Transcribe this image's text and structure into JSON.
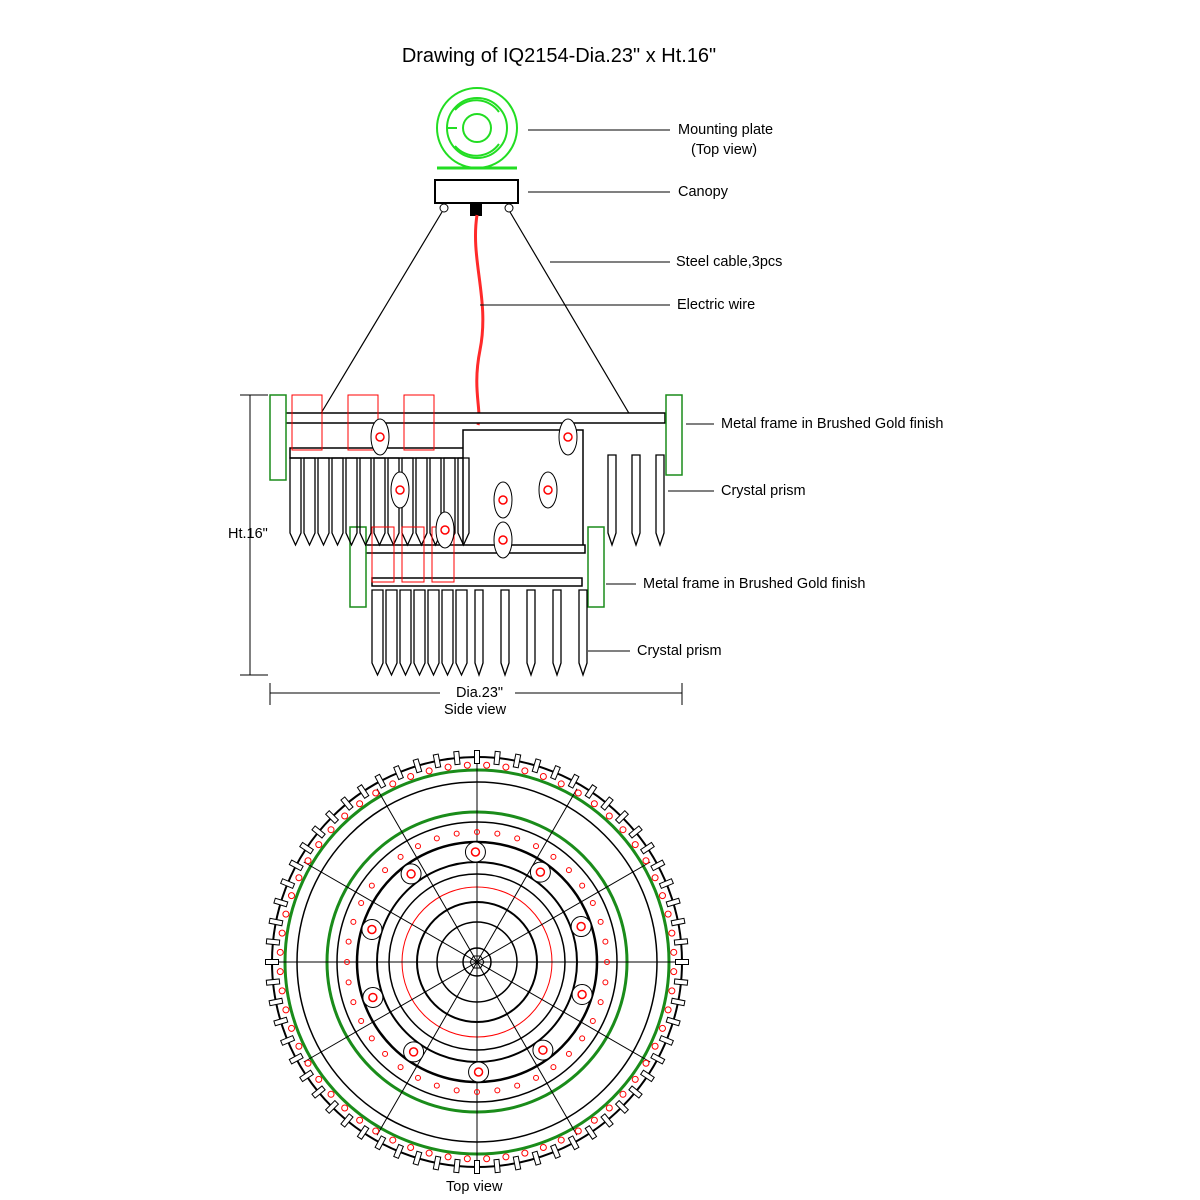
{
  "title": "Drawing of IQ2154-Dia.23\" x Ht.16\"",
  "labels": {
    "mounting_plate": "Mounting plate",
    "mounting_plate_sub": "(Top view)",
    "canopy": "Canopy",
    "steel_cable": "Steel cable,3pcs",
    "electric_wire": "Electric wire",
    "metal_frame_upper": "Metal frame in Brushed Gold finish",
    "crystal_prism_upper": "Crystal prism",
    "metal_frame_lower": "Metal frame in Brushed Gold finish",
    "crystal_prism_lower": "Crystal prism",
    "height": "Ht.16\"",
    "diameter": "Dia.23\"",
    "side_view": "Side view",
    "top_view": "Top view"
  },
  "colors": {
    "line": "#000000",
    "wire": "#ff2a2a",
    "plate": "#22dd22",
    "frame_green": "#1a8c1a",
    "bulb": "#ff0000"
  }
}
